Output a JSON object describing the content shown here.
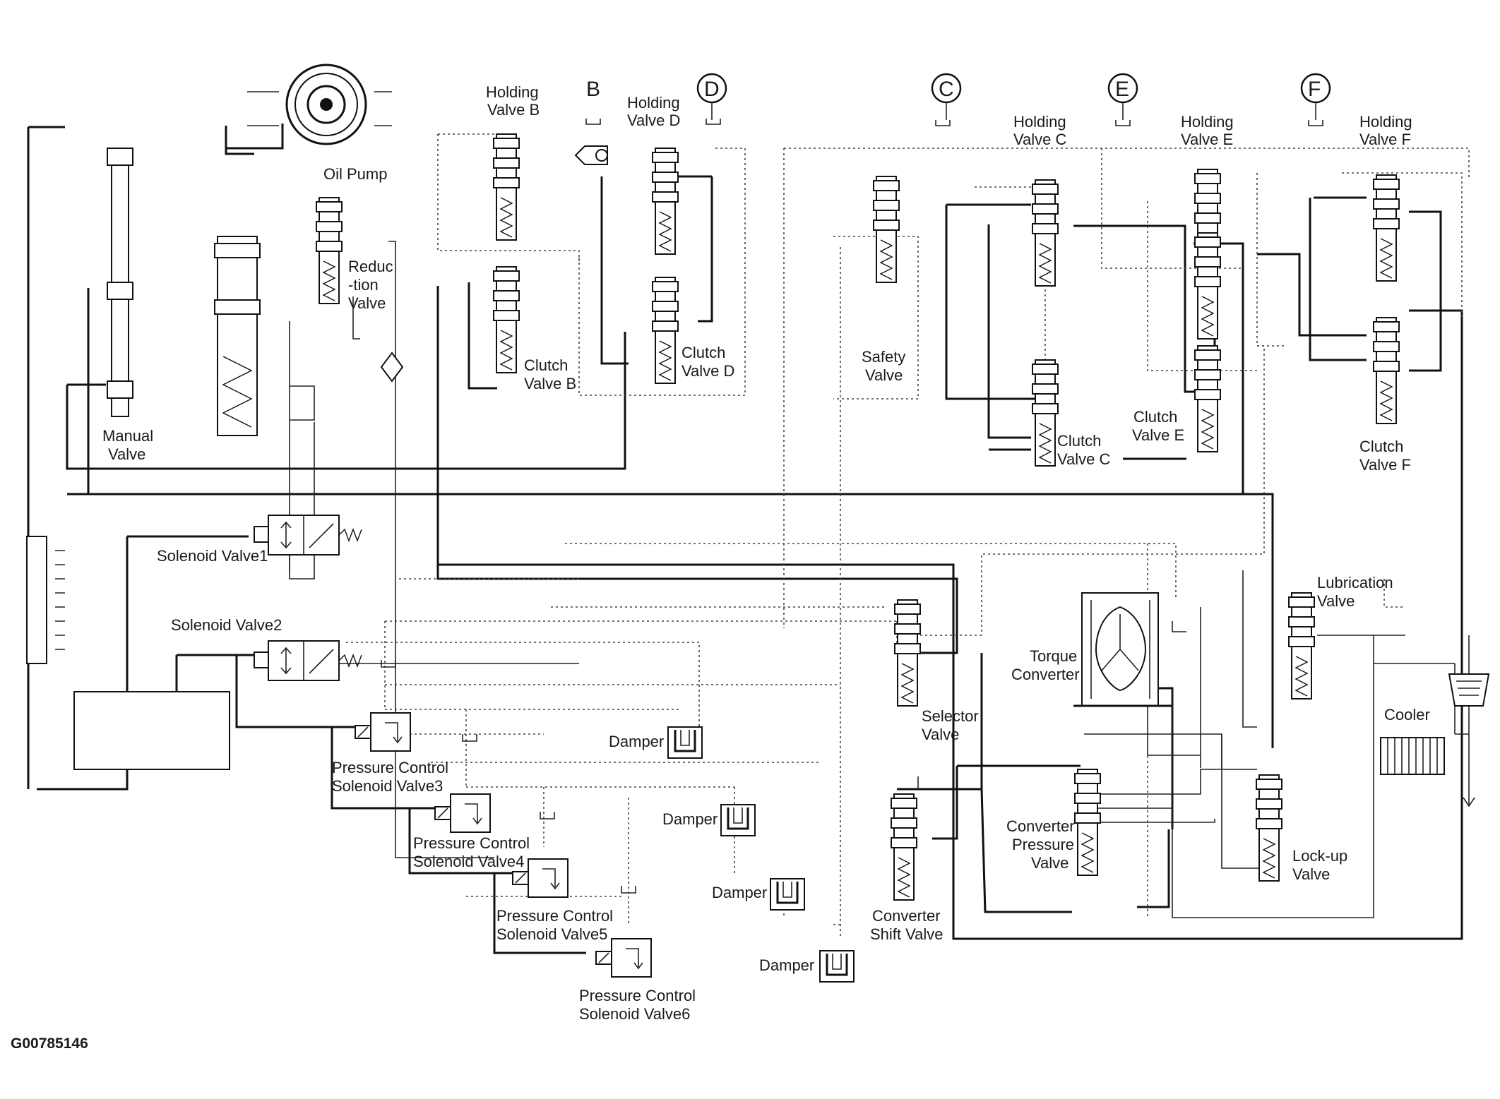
{
  "circle_refs": [
    "D",
    "C",
    "E",
    "F"
  ],
  "port_ref_b": "B",
  "labels": {
    "oil_pump": "Oil Pump",
    "reduction_valve": [
      "Reduc",
      "-tion",
      "Valve"
    ],
    "manual_valve": [
      "Manual",
      "Valve"
    ],
    "holding_valve_b": [
      "Holding",
      "Valve B"
    ],
    "holding_valve_d": [
      "Holding",
      "Valve D"
    ],
    "holding_valve_c": [
      "Holding",
      "Valve C"
    ],
    "holding_valve_e": [
      "Holding",
      "Valve E"
    ],
    "holding_valve_f": [
      "Holding",
      "Valve F"
    ],
    "clutch_valve_b": [
      "Clutch",
      "Valve B"
    ],
    "clutch_valve_d": [
      "Clutch",
      "Valve D"
    ],
    "clutch_valve_c": [
      "Clutch",
      "Valve C"
    ],
    "clutch_valve_e": [
      "Clutch",
      "Valve E"
    ],
    "clutch_valve_f": [
      "Clutch",
      "Valve F"
    ],
    "safety_valve": [
      "Safety",
      "Valve"
    ],
    "solenoid_valve1": "Solenoid Valve1",
    "solenoid_valve2": "Solenoid Valve2",
    "pc_solenoid_valve3": [
      "Pressure Control",
      "Solenoid Valve3"
    ],
    "pc_solenoid_valve4": [
      "Pressure Control",
      "Solenoid Valve4"
    ],
    "pc_solenoid_valve5": [
      "Pressure Control",
      "Solenoid Valve5"
    ],
    "pc_solenoid_valve6": [
      "Pressure Control",
      "Solenoid Valve6"
    ],
    "damper": "Damper",
    "selector_valve": [
      "Selector",
      "Valve"
    ],
    "converter_shift_valve": [
      "Converter",
      "Shift Valve"
    ],
    "torque_converter": [
      "Torque",
      "Converter"
    ],
    "converter_pressure_valve": [
      "Converter",
      "Pressure",
      "Valve"
    ],
    "lockup_valve": [
      "Lock-up",
      "Valve"
    ],
    "lubrication_valve": [
      "Lubrication",
      "Valve"
    ],
    "cooler": "Cooler"
  },
  "figure_id": "G00785146"
}
